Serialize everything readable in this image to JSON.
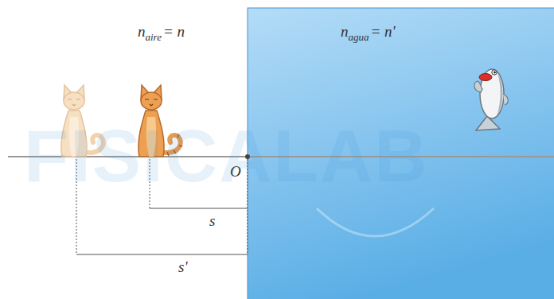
{
  "diagram": {
    "labels": [
      "n",
      "aire",
      "= n",
      "n",
      "agua",
      "= n'",
      "O",
      "s",
      "s'",
      "FISICALAB"
    ]
  }
}
